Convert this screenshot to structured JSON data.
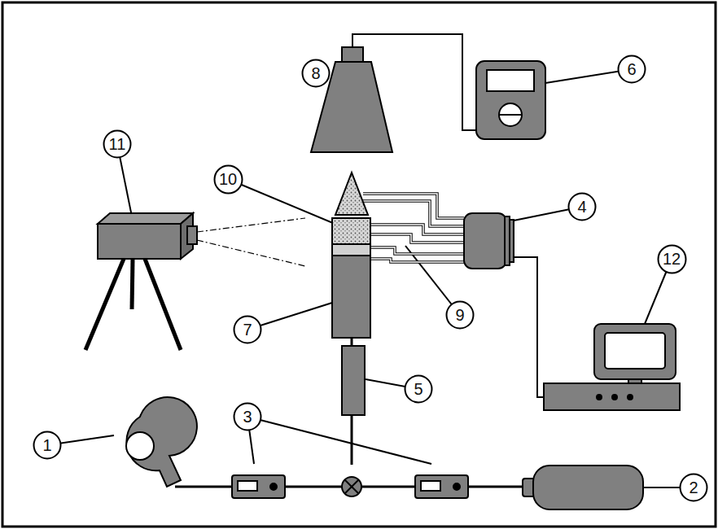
{
  "diagram": {
    "nodes": [
      {
        "text": [
          "6"
        ]
      },
      {
        "text": [
          "8"
        ]
      },
      {
        "text": [
          "11"
        ]
      },
      {
        "text": [
          "10"
        ]
      },
      {
        "text": [
          "4"
        ]
      },
      {
        "text": [
          "12"
        ]
      },
      {
        "text": [
          "9"
        ]
      },
      {
        "text": [
          "7"
        ]
      },
      {
        "text": [
          "5"
        ]
      },
      {
        "text": [
          "3"
        ]
      },
      {
        "text": [
          "1"
        ]
      },
      {
        "text": [
          "2"
        ]
      }
    ]
  }
}
